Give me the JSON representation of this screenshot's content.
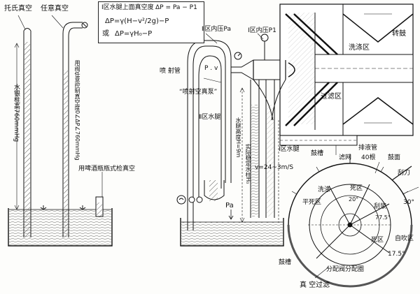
{
  "labels": {
    "torricelli": "托氏真空",
    "any_vacuum": "任意真空",
    "mercury_col": "水银柱高760mmHg",
    "valve_vacuum": "用阀任意控制真空度0∠ΔP∠760mmHg",
    "gauge_vacuum": "用啤酒瓶瓶式检真空",
    "formula_title": "Ⅰ区水腿上面真空度",
    "formula_title_expr": "ΔP = Pa − P1",
    "formula_line2": "ΔP=γ(H−v²/2g)−P",
    "formula_or": "或",
    "formula_line3": "ΔP=γH₀−P",
    "zone2_pressure": "Ⅱ区内压Pa",
    "zone1_pressure": "Ⅰ区内压P1",
    "pv": "P . v",
    "jet_pipe": "喷 射管",
    "jet_pump": "“喷射空真泵”",
    "zone2_water_leg": "Ⅱ区水腿",
    "water_leg_height": "水腿高度H=9m",
    "actual_column": "实际稳定水柱H₀",
    "flow_speed": "v=24~3m/S",
    "pa": "Pa",
    "washing_zone": "洗涤区",
    "drum": "转鼓",
    "filter_zone": "过滤区",
    "zone1_water_leg": "Ⅰ区水腿",
    "drum_trough_top": "鼓槽",
    "filter_screen": "滤网",
    "drain_pipe": "排液管",
    "drain_pipe_count": "40根",
    "drum_face": "鼓面",
    "scraper": "刮刀",
    "wash": "洗涤",
    "dead_zone_top": "死区",
    "angle_20": "20°",
    "flat_dead_zone": "平死区",
    "scrape_slurry": "刮浆",
    "angle_30": "30°",
    "angle_77_5": "77.5°",
    "dead_zone_bottom": "死区",
    "self_blow_zone": "自吹区",
    "angle_17_5": "17.5°",
    "drum_trough_bottom": "鼓槽",
    "distributor": "分配阀分配圈",
    "vacuum_filter": "真 空过滤"
  }
}
